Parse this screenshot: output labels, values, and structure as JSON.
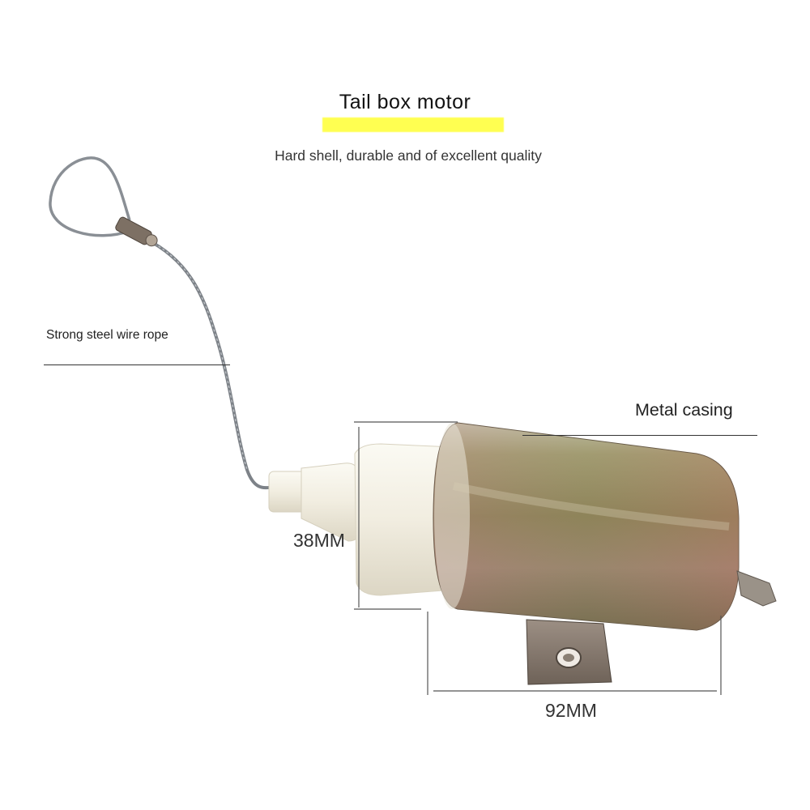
{
  "header": {
    "title": "Tail box motor",
    "subtitle": "Hard shell, durable and of excellent quality"
  },
  "callouts": {
    "wire": "Strong steel wire rope",
    "casing": "Metal casing"
  },
  "dimensions": {
    "diameter": "38MM",
    "length": "92MM"
  },
  "colors": {
    "highlight": "#ffff33",
    "casing_bronze": "#9a8050",
    "plastic_cap": "#f3f0e6"
  }
}
